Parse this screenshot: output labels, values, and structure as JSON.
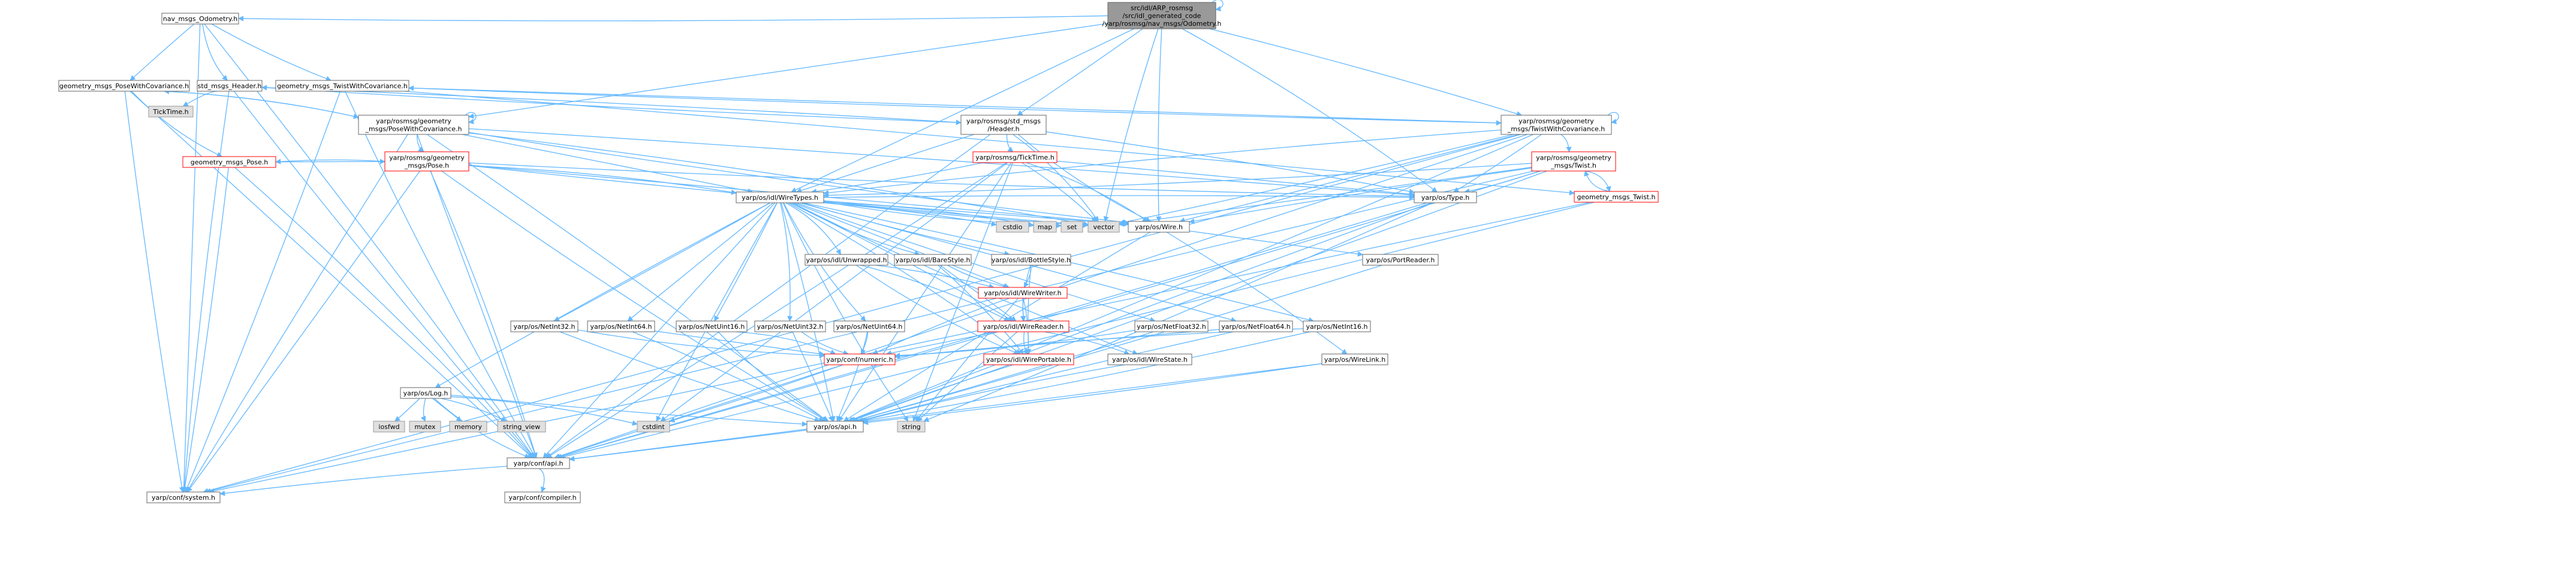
{
  "nodes": [
    {
      "id": "root",
      "lines": [
        "src/idl/ARP_rosmsg",
        "/src/idl_generated_code",
        "/yarp/rosmsg/nav_msgs/Odometry.h"
      ],
      "style": "focus"
    },
    {
      "id": "nav_odo",
      "lines": [
        "nav_msgs_Odometry.h"
      ],
      "style": "normal"
    },
    {
      "id": "gm_pwc",
      "lines": [
        "geometry_msgs_PoseWithCovariance.h"
      ],
      "style": "normal"
    },
    {
      "id": "std_header",
      "lines": [
        "std_msgs_Header.h"
      ],
      "style": "normal"
    },
    {
      "id": "gm_twc",
      "lines": [
        "geometry_msgs_TwistWithCovariance.h"
      ],
      "style": "normal"
    },
    {
      "id": "ticktime_gray",
      "lines": [
        "TickTime.h"
      ],
      "style": "gray"
    },
    {
      "id": "yr_pwc",
      "lines": [
        "yarp/rosmsg/geometry",
        "_msgs/PoseWithCovariance.h"
      ],
      "style": "normal"
    },
    {
      "id": "yr_header",
      "lines": [
        "yarp/rosmsg/std_msgs",
        "/Header.h"
      ],
      "style": "normal"
    },
    {
      "id": "yr_twc",
      "lines": [
        "yarp/rosmsg/geometry",
        "_msgs/TwistWithCovariance.h"
      ],
      "style": "normal"
    },
    {
      "id": "yr_pose",
      "lines": [
        "yarp/rosmsg/geometry",
        "_msgs/Pose.h"
      ],
      "style": "red"
    },
    {
      "id": "yr_ticktime",
      "lines": [
        "yarp/rosmsg/TickTime.h"
      ],
      "style": "red"
    },
    {
      "id": "yr_twist",
      "lines": [
        "yarp/rosmsg/geometry",
        "_msgs/Twist.h"
      ],
      "style": "red"
    },
    {
      "id": "gm_pose",
      "lines": [
        "geometry_msgs_Pose.h"
      ],
      "style": "red"
    },
    {
      "id": "gm_twist",
      "lines": [
        "geometry_msgs_Twist.h"
      ],
      "style": "red"
    },
    {
      "id": "wiretypes",
      "lines": [
        "yarp/os/idl/WireTypes.h"
      ],
      "style": "normal"
    },
    {
      "id": "os_type",
      "lines": [
        "yarp/os/Type.h"
      ],
      "style": "normal"
    },
    {
      "id": "cstdio",
      "lines": [
        "cstdio"
      ],
      "style": "gray"
    },
    {
      "id": "map",
      "lines": [
        "map"
      ],
      "style": "gray"
    },
    {
      "id": "set",
      "lines": [
        "set"
      ],
      "style": "gray"
    },
    {
      "id": "vector",
      "lines": [
        "vector"
      ],
      "style": "gray"
    },
    {
      "id": "os_wire",
      "lines": [
        "yarp/os/Wire.h"
      ],
      "style": "normal"
    },
    {
      "id": "unwrapped",
      "lines": [
        "yarp/os/idl/Unwrapped.h"
      ],
      "style": "normal"
    },
    {
      "id": "barestyle",
      "lines": [
        "yarp/os/idl/BareStyle.h"
      ],
      "style": "normal"
    },
    {
      "id": "bottlestyle",
      "lines": [
        "yarp/os/idl/BottleStyle.h"
      ],
      "style": "normal"
    },
    {
      "id": "portreader",
      "lines": [
        "yarp/os/PortReader.h"
      ],
      "style": "normal"
    },
    {
      "id": "wirewriter",
      "lines": [
        "yarp/os/idl/WireWriter.h"
      ],
      "style": "red"
    },
    {
      "id": "nint32",
      "lines": [
        "yarp/os/NetInt32.h"
      ],
      "style": "normal"
    },
    {
      "id": "nint64",
      "lines": [
        "yarp/os/NetInt64.h"
      ],
      "style": "normal"
    },
    {
      "id": "nuint16",
      "lines": [
        "yarp/os/NetUint16.h"
      ],
      "style": "normal"
    },
    {
      "id": "nuint32",
      "lines": [
        "yarp/os/NetUint32.h"
      ],
      "style": "normal"
    },
    {
      "id": "nuint64",
      "lines": [
        "yarp/os/NetUint64.h"
      ],
      "style": "normal"
    },
    {
      "id": "wirereader",
      "lines": [
        "yarp/os/idl/WireReader.h"
      ],
      "style": "red"
    },
    {
      "id": "nfloat32",
      "lines": [
        "yarp/os/NetFloat32.h"
      ],
      "style": "normal"
    },
    {
      "id": "nfloat64",
      "lines": [
        "yarp/os/NetFloat64.h"
      ],
      "style": "normal"
    },
    {
      "id": "nint16",
      "lines": [
        "yarp/os/NetInt16.h"
      ],
      "style": "normal"
    },
    {
      "id": "numeric",
      "lines": [
        "yarp/conf/numeric.h"
      ],
      "style": "red"
    },
    {
      "id": "wireportable",
      "lines": [
        "yarp/os/idl/WirePortable.h"
      ],
      "style": "red"
    },
    {
      "id": "wirestate",
      "lines": [
        "yarp/os/idl/WireState.h"
      ],
      "style": "normal"
    },
    {
      "id": "wirelink",
      "lines": [
        "yarp/os/WireLink.h"
      ],
      "style": "normal"
    },
    {
      "id": "os_log",
      "lines": [
        "yarp/os/Log.h"
      ],
      "style": "normal"
    },
    {
      "id": "iosfwd",
      "lines": [
        "iosfwd"
      ],
      "style": "gray"
    },
    {
      "id": "mutex",
      "lines": [
        "mutex"
      ],
      "style": "gray"
    },
    {
      "id": "memory",
      "lines": [
        "memory"
      ],
      "style": "gray"
    },
    {
      "id": "string_view",
      "lines": [
        "string_view"
      ],
      "style": "gray"
    },
    {
      "id": "cstdint",
      "lines": [
        "cstdint"
      ],
      "style": "gray"
    },
    {
      "id": "os_api",
      "lines": [
        "yarp/os/api.h"
      ],
      "style": "normal"
    },
    {
      "id": "string",
      "lines": [
        "string"
      ],
      "style": "gray"
    },
    {
      "id": "conf_api",
      "lines": [
        "yarp/conf/api.h"
      ],
      "style": "normal"
    },
    {
      "id": "conf_system",
      "lines": [
        "yarp/conf/system.h"
      ],
      "style": "normal"
    },
    {
      "id": "conf_compiler",
      "lines": [
        "yarp/conf/compiler.h"
      ],
      "style": "normal"
    }
  ],
  "edges": [
    [
      "root",
      "nav_odo"
    ],
    [
      "root",
      "yr_header"
    ],
    [
      "root",
      "yr_pwc"
    ],
    [
      "root",
      "yr_twc"
    ],
    [
      "root",
      "os_type"
    ],
    [
      "root",
      "vector"
    ],
    [
      "root",
      "os_wire"
    ],
    [
      "root",
      "wiretypes"
    ],
    [
      "root",
      "root"
    ],
    [
      "nav_odo",
      "gm_pwc"
    ],
    [
      "nav_odo",
      "std_header"
    ],
    [
      "nav_odo",
      "gm_twc"
    ],
    [
      "nav_odo",
      "conf_system"
    ],
    [
      "nav_odo",
      "conf_api"
    ],
    [
      "gm_pwc",
      "yr_pwc"
    ],
    [
      "gm_pwc",
      "gm_pose"
    ],
    [
      "gm_pwc",
      "conf_system"
    ],
    [
      "gm_pwc",
      "conf_api"
    ],
    [
      "std_header",
      "yr_header"
    ],
    [
      "std_header",
      "ticktime_gray"
    ],
    [
      "std_header",
      "conf_system"
    ],
    [
      "std_header",
      "conf_api"
    ],
    [
      "gm_twc",
      "yr_twc"
    ],
    [
      "gm_twc",
      "gm_twist"
    ],
    [
      "gm_twc",
      "conf_system"
    ],
    [
      "gm_twc",
      "conf_api"
    ],
    [
      "yr_pwc",
      "yr_pose"
    ],
    [
      "yr_pwc",
      "wiretypes"
    ],
    [
      "yr_pwc",
      "os_type"
    ],
    [
      "yr_pwc",
      "vector"
    ],
    [
      "yr_pwc",
      "os_wire"
    ],
    [
      "yr_pwc",
      "conf_system"
    ],
    [
      "yr_pwc",
      "conf_api"
    ],
    [
      "yr_pwc",
      "os_api"
    ],
    [
      "yr_pwc",
      "gm_pwc"
    ],
    [
      "yr_pwc",
      "yr_pwc"
    ],
    [
      "yr_header",
      "yr_ticktime"
    ],
    [
      "yr_header",
      "wiretypes"
    ],
    [
      "yr_header",
      "os_type"
    ],
    [
      "yr_header",
      "vector"
    ],
    [
      "yr_header",
      "os_wire"
    ],
    [
      "yr_header",
      "std_header"
    ],
    [
      "yr_header",
      "conf_api"
    ],
    [
      "yr_twc",
      "yr_twist"
    ],
    [
      "yr_twc",
      "wiretypes"
    ],
    [
      "yr_twc",
      "os_type"
    ],
    [
      "yr_twc",
      "vector"
    ],
    [
      "yr_twc",
      "os_wire"
    ],
    [
      "yr_twc",
      "conf_system"
    ],
    [
      "yr_twc",
      "conf_api"
    ],
    [
      "yr_twc",
      "os_api"
    ],
    [
      "yr_twc",
      "gm_twc"
    ],
    [
      "yr_twc",
      "yr_twc"
    ],
    [
      "yr_pose",
      "gm_pose"
    ],
    [
      "yr_pose",
      "wiretypes"
    ],
    [
      "yr_pose",
      "os_type"
    ],
    [
      "yr_pose",
      "vector"
    ],
    [
      "yr_pose",
      "os_wire"
    ],
    [
      "yr_pose",
      "conf_system"
    ],
    [
      "yr_pose",
      "conf_api"
    ],
    [
      "yr_pose",
      "os_api"
    ],
    [
      "yr_ticktime",
      "wiretypes"
    ],
    [
      "yr_ticktime",
      "os_type"
    ],
    [
      "yr_ticktime",
      "vector"
    ],
    [
      "yr_ticktime",
      "os_wire"
    ],
    [
      "yr_ticktime",
      "conf_api"
    ],
    [
      "yr_ticktime",
      "os_api"
    ],
    [
      "yr_ticktime",
      "string"
    ],
    [
      "yr_ticktime",
      "cstdint"
    ],
    [
      "yr_twist",
      "gm_twist"
    ],
    [
      "yr_twist",
      "wiretypes"
    ],
    [
      "yr_twist",
      "os_type"
    ],
    [
      "yr_twist",
      "vector"
    ],
    [
      "yr_twist",
      "os_wire"
    ],
    [
      "yr_twist",
      "conf_system"
    ],
    [
      "yr_twist",
      "conf_api"
    ],
    [
      "yr_twist",
      "os_api"
    ],
    [
      "gm_pose",
      "yr_pose"
    ],
    [
      "gm_pose",
      "conf_system"
    ],
    [
      "gm_pose",
      "conf_api"
    ],
    [
      "gm_twist",
      "yr_twist"
    ],
    [
      "gm_twist",
      "conf_system"
    ],
    [
      "gm_twist",
      "conf_api"
    ],
    [
      "wiretypes",
      "cstdio"
    ],
    [
      "wiretypes",
      "map"
    ],
    [
      "wiretypes",
      "set"
    ],
    [
      "wiretypes",
      "vector"
    ],
    [
      "wiretypes",
      "os_wire"
    ],
    [
      "wiretypes",
      "os_type"
    ],
    [
      "wiretypes",
      "unwrapped"
    ],
    [
      "wiretypes",
      "barestyle"
    ],
    [
      "wiretypes",
      "bottlestyle"
    ],
    [
      "wiretypes",
      "wirewriter"
    ],
    [
      "wiretypes",
      "wirereader"
    ],
    [
      "wiretypes",
      "wireportable"
    ],
    [
      "wiretypes",
      "wirestate"
    ],
    [
      "wiretypes",
      "nint32"
    ],
    [
      "wiretypes",
      "nint64"
    ],
    [
      "wiretypes",
      "nuint16"
    ],
    [
      "wiretypes",
      "nuint32"
    ],
    [
      "wiretypes",
      "nuint64"
    ],
    [
      "wiretypes",
      "nfloat32"
    ],
    [
      "wiretypes",
      "nfloat64"
    ],
    [
      "wiretypes",
      "nint16"
    ],
    [
      "wiretypes",
      "os_log"
    ],
    [
      "wiretypes",
      "string"
    ],
    [
      "wiretypes",
      "cstdint"
    ],
    [
      "wiretypes",
      "conf_api"
    ],
    [
      "wiretypes",
      "os_api"
    ],
    [
      "os_type",
      "os_api"
    ],
    [
      "os_type",
      "string"
    ],
    [
      "os_type",
      "conf_api"
    ],
    [
      "os_wire",
      "portreader"
    ],
    [
      "os_wire",
      "wirelink"
    ],
    [
      "os_wire",
      "os_api"
    ],
    [
      "portreader",
      "os_api"
    ],
    [
      "wirelink",
      "os_api"
    ],
    [
      "wirelink",
      "conf_api"
    ],
    [
      "unwrapped",
      "wirewriter"
    ],
    [
      "unwrapped",
      "wirereader"
    ],
    [
      "unwrapped",
      "wireportable"
    ],
    [
      "barestyle",
      "wirewriter"
    ],
    [
      "barestyle",
      "wirereader"
    ],
    [
      "barestyle",
      "wireportable"
    ],
    [
      "bottlestyle",
      "wirewriter"
    ],
    [
      "bottlestyle",
      "wirereader"
    ],
    [
      "bottlestyle",
      "wireportable"
    ],
    [
      "wirewriter",
      "wirereader"
    ],
    [
      "wirewriter",
      "wireportable"
    ],
    [
      "wirewriter",
      "numeric"
    ],
    [
      "wirewriter",
      "string"
    ],
    [
      "wirereader",
      "wireportable"
    ],
    [
      "wirereader",
      "numeric"
    ],
    [
      "wirereader",
      "wirestate"
    ],
    [
      "wirereader",
      "string"
    ],
    [
      "nint32",
      "numeric"
    ],
    [
      "nint32",
      "os_api"
    ],
    [
      "nint64",
      "numeric"
    ],
    [
      "nint64",
      "os_api"
    ],
    [
      "nuint16",
      "numeric"
    ],
    [
      "nuint16",
      "os_api"
    ],
    [
      "nuint32",
      "numeric"
    ],
    [
      "nuint32",
      "os_api"
    ],
    [
      "nuint64",
      "numeric"
    ],
    [
      "nuint64",
      "os_api"
    ],
    [
      "nfloat32",
      "numeric"
    ],
    [
      "nfloat32",
      "os_api"
    ],
    [
      "nfloat64",
      "numeric"
    ],
    [
      "nfloat64",
      "os_api"
    ],
    [
      "nint16",
      "numeric"
    ],
    [
      "nint16",
      "os_api"
    ],
    [
      "numeric",
      "cstdint"
    ],
    [
      "numeric",
      "conf_api"
    ],
    [
      "wireportable",
      "os_api"
    ],
    [
      "wirestate",
      "os_api"
    ],
    [
      "os_log",
      "iosfwd"
    ],
    [
      "os_log",
      "mutex"
    ],
    [
      "os_log",
      "memory"
    ],
    [
      "os_log",
      "string_view"
    ],
    [
      "os_log",
      "cstdint"
    ],
    [
      "os_log",
      "conf_api"
    ],
    [
      "os_log",
      "os_api"
    ],
    [
      "os_api",
      "conf_api"
    ],
    [
      "conf_api",
      "conf_system"
    ],
    [
      "conf_api",
      "conf_compiler"
    ]
  ]
}
